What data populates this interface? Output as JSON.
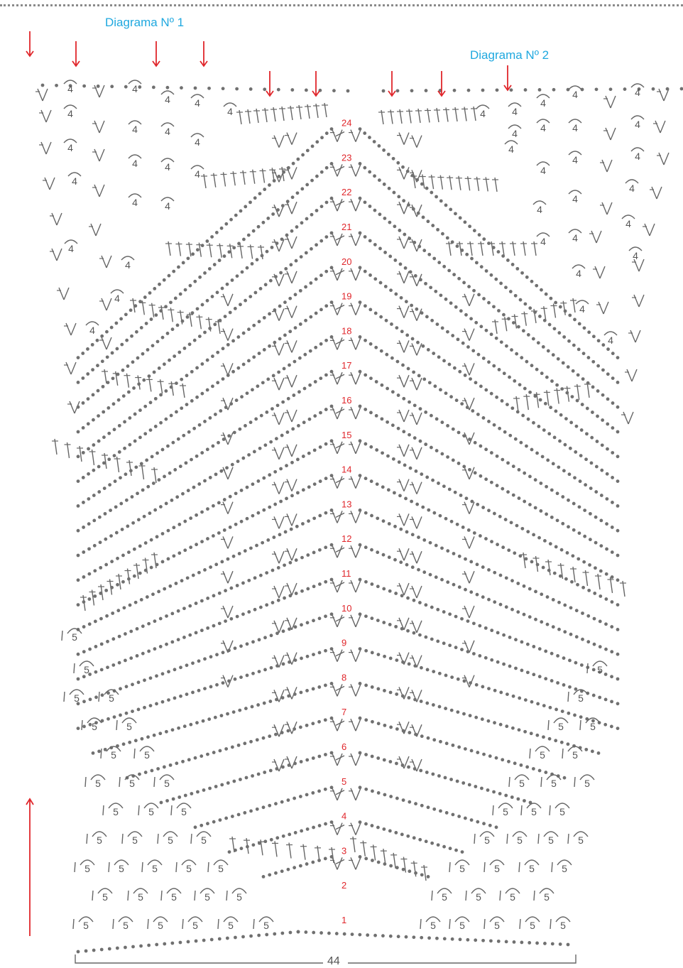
{
  "titles": {
    "diagram1": "Diagrama Nº 1",
    "diagram2": "Diagrama Nº 2"
  },
  "rows": [
    "1",
    "2",
    "3",
    "4",
    "5",
    "6",
    "7",
    "8",
    "9",
    "10",
    "11",
    "12",
    "13",
    "14",
    "15",
    "16",
    "17",
    "18",
    "19",
    "20",
    "21",
    "22",
    "23",
    "24"
  ],
  "fan_label": "5",
  "cluster_label": "4",
  "width_label": "44",
  "colors": {
    "title": "#1fa8df",
    "row_number": "#e0262b",
    "arrow": "#e0262b",
    "symbol": "#666666"
  }
}
